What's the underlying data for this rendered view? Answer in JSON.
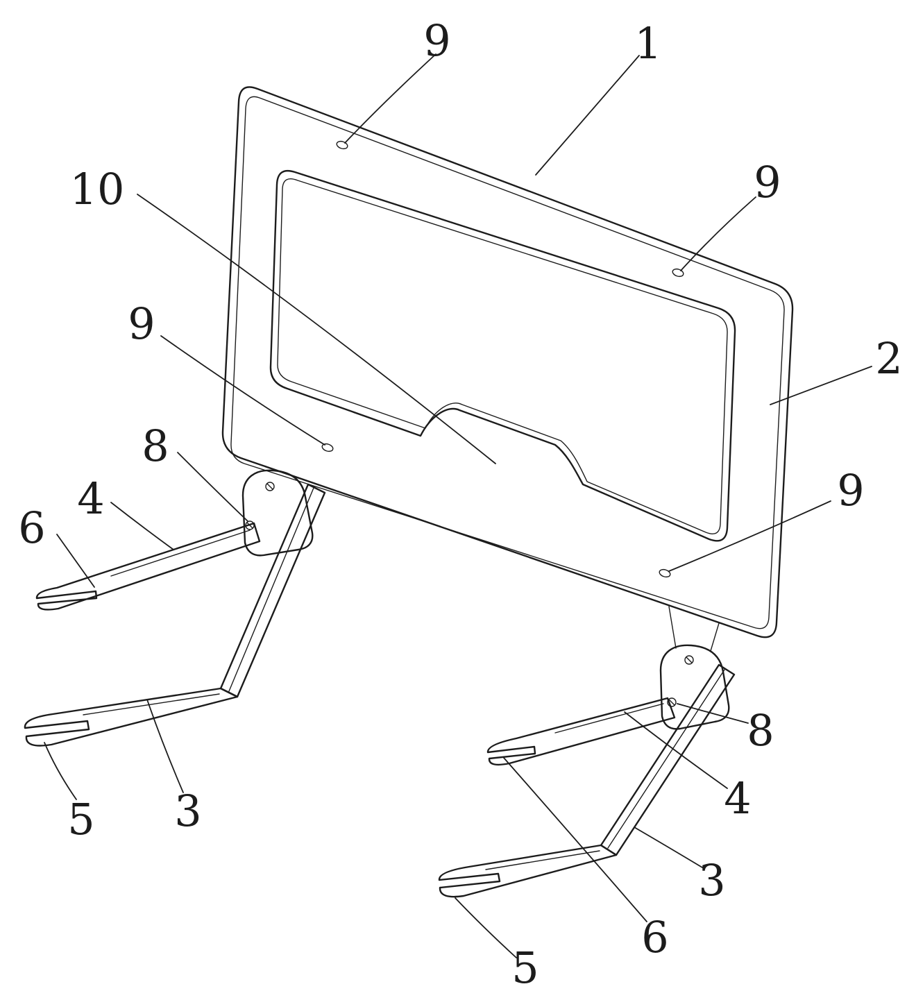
{
  "figure": {
    "background": "#ffffff",
    "line_color": "#1c1c1c",
    "kind": "patent-style isometric line drawing"
  },
  "labels": [
    {
      "id": "ref-9-top",
      "text": "9",
      "points_to": "mounting-hole-top-left"
    },
    {
      "id": "ref-1",
      "text": "1",
      "points_to": "backrest-panel"
    },
    {
      "id": "ref-10",
      "text": "10",
      "points_to": "cutout-notch"
    },
    {
      "id": "ref-9-right-upper",
      "text": "9",
      "points_to": "mounting-hole-top-right"
    },
    {
      "id": "ref-9-left-middle",
      "text": "9",
      "points_to": "mounting-hole-bottom-left"
    },
    {
      "id": "ref-2",
      "text": "2",
      "points_to": "panel-frame-face"
    },
    {
      "id": "ref-8-left",
      "text": "8",
      "points_to": "left-bracket-screw-lower"
    },
    {
      "id": "ref-4-left",
      "text": "4",
      "points_to": "left-support-arm"
    },
    {
      "id": "ref-6-left",
      "text": "6",
      "points_to": "left-arm-fork-slot"
    },
    {
      "id": "ref-9-right-lower",
      "text": "9",
      "points_to": "mounting-hole-bottom-right"
    },
    {
      "id": "ref-5-bottom-left",
      "text": "5",
      "points_to": "left-foot-fork"
    },
    {
      "id": "ref-3-left",
      "text": "3",
      "points_to": "left-leg"
    },
    {
      "id": "ref-8-right",
      "text": "8",
      "points_to": "right-bracket-screw-lower"
    },
    {
      "id": "ref-4-right",
      "text": "4",
      "points_to": "right-support-arm"
    },
    {
      "id": "ref-3-right",
      "text": "3",
      "points_to": "right-leg"
    },
    {
      "id": "ref-6-right",
      "text": "6",
      "points_to": "right-arm-fork-slot"
    },
    {
      "id": "ref-5-bottom-right",
      "text": "5",
      "points_to": "right-foot-fork"
    }
  ]
}
